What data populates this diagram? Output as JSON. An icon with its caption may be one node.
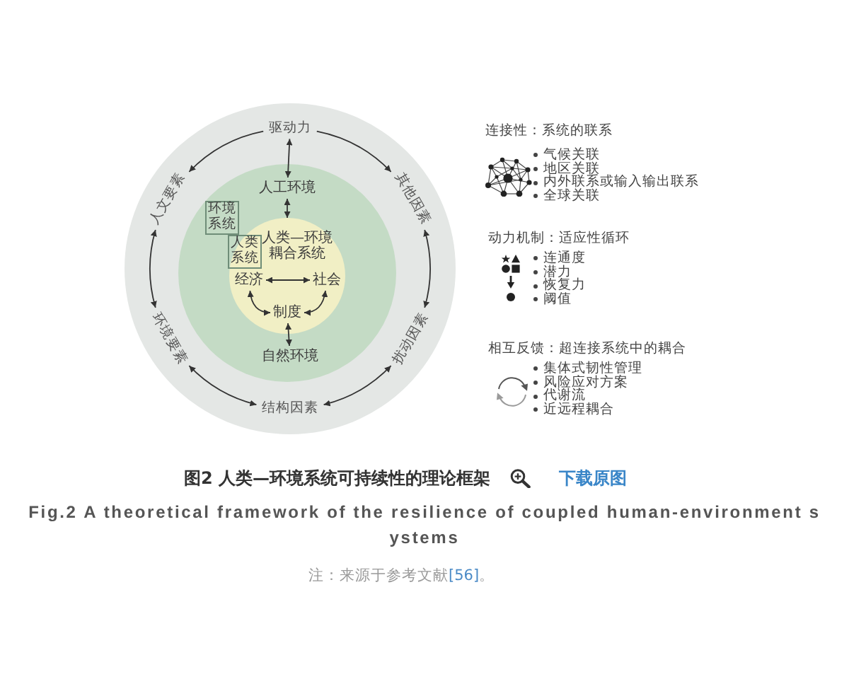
{
  "diagram": {
    "caption": "图2 人类—环境系统可持续性的理论框架",
    "nodes": [
      {
        "text": [],
        "shape": "circle"
      },
      {
        "text": [
          "驱动力"
        ],
        "in": 0
      },
      {
        "text": [
          "人文要素"
        ],
        "in": 0
      },
      {
        "text": [
          "其他因素"
        ],
        "in": 0
      },
      {
        "text": [
          "环境要素"
        ],
        "in": 0
      },
      {
        "text": [
          "扰动因素"
        ],
        "in": 0
      },
      {
        "text": [
          "结构因素"
        ],
        "in": 0
      },
      {
        "text": [
          "环境系统"
        ],
        "in": 0
      },
      {
        "text": [
          "人工环境"
        ],
        "in": 7
      },
      {
        "text": [
          "人类系统",
          "人类—环境耦合系统"
        ],
        "in": 7
      },
      {
        "text": [
          "经济"
        ],
        "in": 9
      },
      {
        "text": [
          "社会"
        ],
        "in": 9
      },
      {
        "text": [
          "制度"
        ],
        "in": 9
      },
      {
        "text": [
          "自然环境"
        ],
        "in": 7
      }
    ],
    "edges": [
      {
        "from": 1,
        "to": 2,
        "arrow": "to"
      },
      {
        "from": 1,
        "to": 3,
        "arrow": "to"
      },
      {
        "from": 3,
        "to": 5,
        "arrow": "both"
      },
      {
        "from": 5,
        "to": 6,
        "arrow": "both"
      },
      {
        "from": 6,
        "to": 4,
        "arrow": "both"
      },
      {
        "from": 4,
        "to": 2,
        "arrow": "both"
      },
      {
        "from": 1,
        "to": 8,
        "arrow": "both"
      },
      {
        "from": 8,
        "to": 9,
        "arrow": "both"
      },
      {
        "from": 10,
        "to": 11,
        "arrow": "both"
      },
      {
        "from": 10,
        "to": 12,
        "arrow": "both"
      },
      {
        "from": 11,
        "to": 12,
        "arrow": "both"
      },
      {
        "from": 12,
        "to": 13,
        "arrow": "both"
      }
    ],
    "labels": [
      "连接性：系统的联系",
      "气候关联",
      "地区关联",
      "内外联系或输入输出联系",
      "全球关联",
      "动力机制：适应性循环",
      "连通度",
      "潜力",
      "恢复力",
      "阈值",
      "相互反馈：超连接系统中的耦合",
      "集体式韧性管理",
      "风险应对方案",
      "代谢流",
      "近远程耦合",
      "下载原图",
      "Fig.2 A theoretical framework of the resilience of coupled human-environment s ystems",
      "注：来源于参考文献",
      "[56]",
      "。"
    ]
  }
}
